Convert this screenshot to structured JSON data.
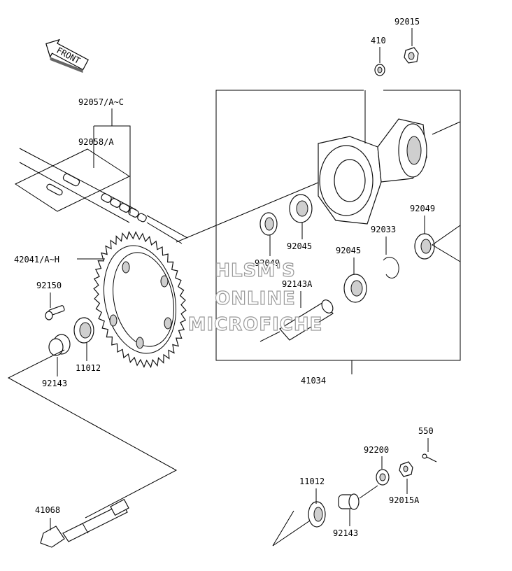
{
  "front_arrow": {
    "label": "FRONT"
  },
  "watermark": {
    "line1": "HLSM'S",
    "line2": "ONLINE",
    "line3": "MICROFICHE"
  },
  "parts": {
    "p92015": "92015",
    "p410": "410",
    "p92057": "92057/A~C",
    "p92058": "92058/A",
    "p92049_right": "92049",
    "p92033": "92033",
    "p92045_left": "92045",
    "p92045_right": "92045",
    "p92049_left": "92049",
    "p92143A": "92143A",
    "p42041": "42041/A~H",
    "p92150": "92150",
    "p11012_top": "11012",
    "p92143_top": "92143",
    "p41034": "41034",
    "p550": "550",
    "p92200": "92200",
    "p11012_bottom": "11012",
    "p92015A": "92015A",
    "p41068": "41068",
    "p92143_bottom": "92143"
  }
}
